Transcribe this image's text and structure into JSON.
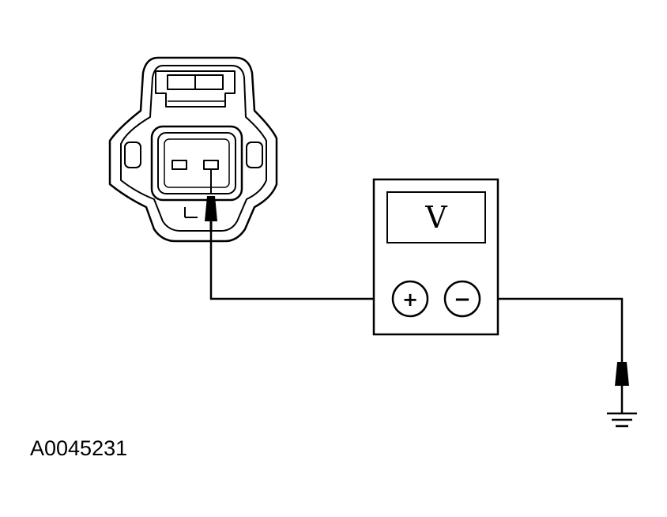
{
  "diagram": {
    "connector": {
      "pin_count": 2
    },
    "meter": {
      "display_symbol": "V",
      "positive_terminal": "+",
      "negative_terminal": "−"
    },
    "ground": {
      "icon": "ground-icon"
    }
  },
  "figure_id": "A0045231"
}
